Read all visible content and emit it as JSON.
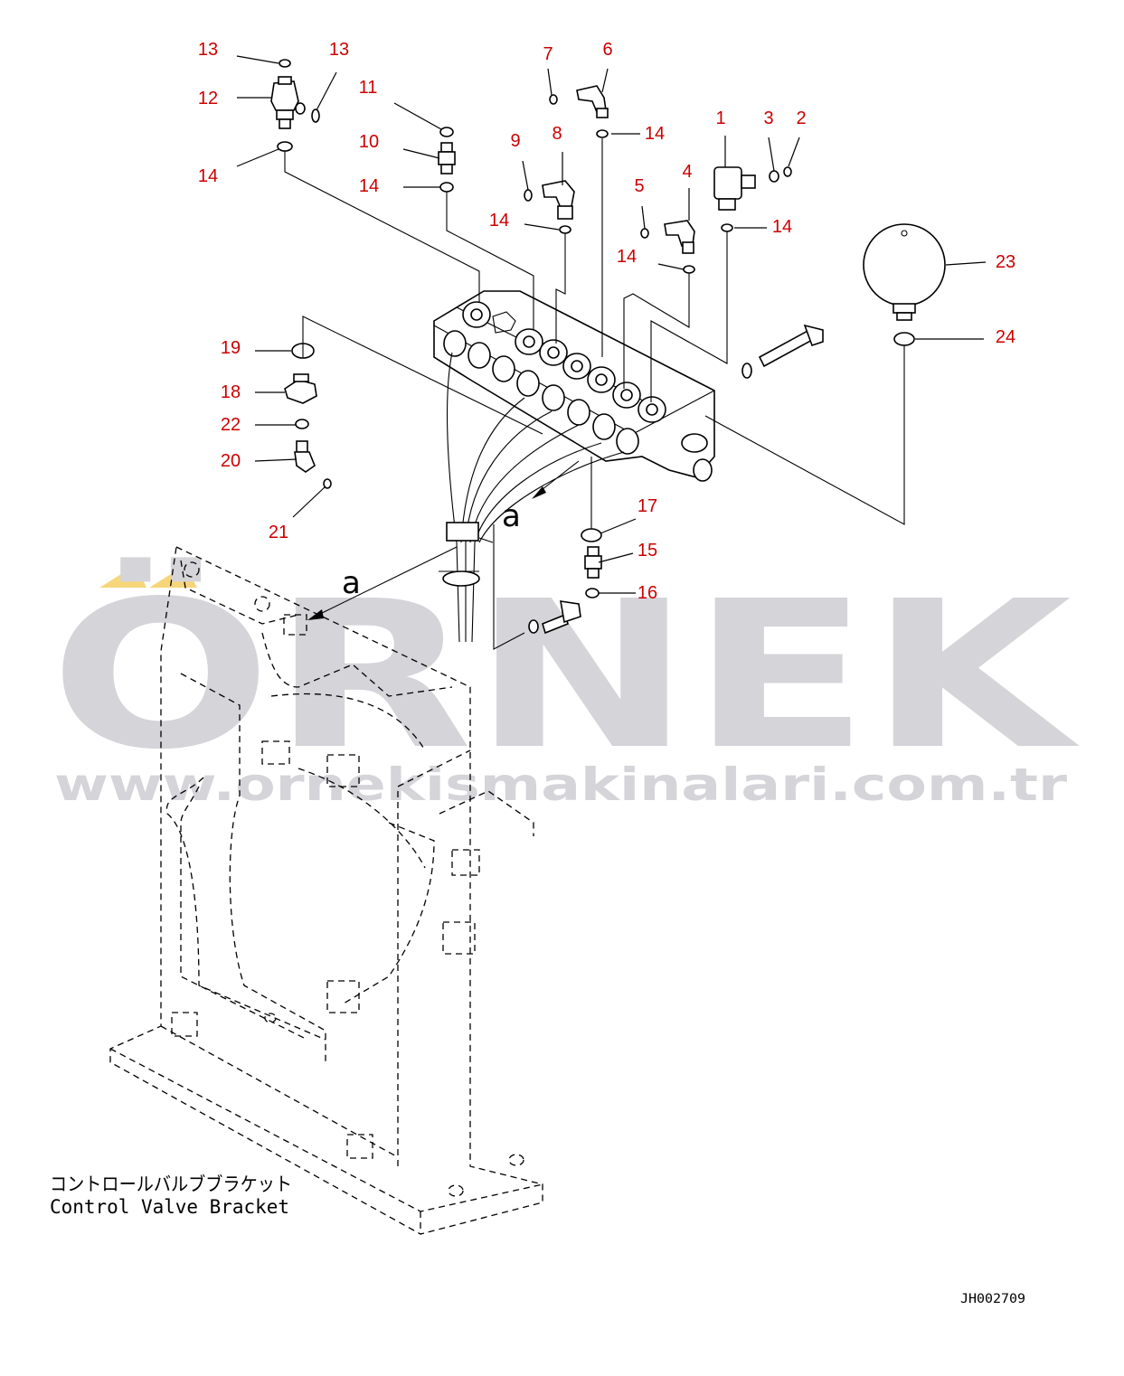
{
  "watermark": {
    "brand": "ÖRNEK",
    "url": "www.ornekismakinalari.com.tr",
    "accent_color": "#f7d679",
    "text_color": "#d4d4d9"
  },
  "bracket_label": {
    "japanese": "コントロールバルブブラケット",
    "english": "Control Valve Bracket"
  },
  "view_marker": "a",
  "reference_code": "JH002709",
  "callout_color": "#cc0000",
  "callouts": [
    "13",
    "13",
    "12",
    "14",
    "11",
    "10",
    "14",
    "7",
    "6",
    "14",
    "9",
    "8",
    "14",
    "1",
    "3",
    "2",
    "5",
    "4",
    "14",
    "14",
    "23",
    "24",
    "19",
    "18",
    "22",
    "20",
    "21",
    "17",
    "15",
    "16"
  ]
}
